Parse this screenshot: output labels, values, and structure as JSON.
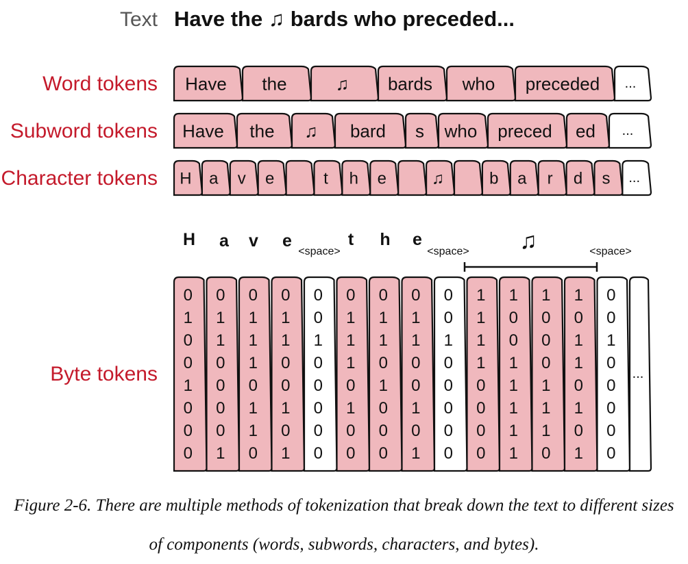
{
  "colors": {
    "accent": "#c41a2b",
    "token_fill": "#f0b8bd",
    "stroke": "#111111",
    "empty_fill": "#ffffff"
  },
  "text_row": {
    "label": "Text",
    "value": "Have the ♫ bards who preceded..."
  },
  "word_row": {
    "label": "Word tokens",
    "tokens": [
      "Have",
      "the",
      "♫",
      "bards",
      "who",
      "preceded"
    ],
    "more": "..."
  },
  "subword_row": {
    "label": "Subword tokens",
    "tokens": [
      "Have",
      "the",
      "♫",
      "bard",
      "s",
      "who",
      "preced",
      "ed"
    ],
    "more": "..."
  },
  "char_row": {
    "label": "Character tokens",
    "tokens": [
      "H",
      "a",
      "v",
      "e",
      "",
      "t",
      "h",
      "e",
      "",
      "♫",
      "",
      "b",
      "a",
      "r",
      "d",
      "s"
    ],
    "more": "..."
  },
  "byte_row": {
    "label": "Byte tokens",
    "headers": [
      "H",
      "a",
      "v",
      "e",
      "<space>",
      "t",
      "h",
      "e",
      "<space>",
      "♫",
      "<space>"
    ],
    "columns": [
      {
        "bits": [
          "0",
          "1",
          "0",
          "0",
          "1",
          "0",
          "0",
          "0"
        ],
        "highlight": true
      },
      {
        "bits": [
          "0",
          "1",
          "1",
          "0",
          "0",
          "0",
          "0",
          "1"
        ],
        "highlight": true
      },
      {
        "bits": [
          "0",
          "1",
          "1",
          "1",
          "0",
          "1",
          "1",
          "0"
        ],
        "highlight": true
      },
      {
        "bits": [
          "0",
          "1",
          "1",
          "0",
          "0",
          "1",
          "0",
          "1"
        ],
        "highlight": true
      },
      {
        "bits": [
          "0",
          "0",
          "1",
          "0",
          "0",
          "0",
          "0",
          "0"
        ],
        "highlight": false
      },
      {
        "bits": [
          "0",
          "1",
          "1",
          "1",
          "0",
          "1",
          "0",
          "0"
        ],
        "highlight": true
      },
      {
        "bits": [
          "0",
          "1",
          "1",
          "0",
          "1",
          "0",
          "0",
          "0"
        ],
        "highlight": true
      },
      {
        "bits": [
          "0",
          "1",
          "1",
          "0",
          "0",
          "1",
          "0",
          "1"
        ],
        "highlight": true
      },
      {
        "bits": [
          "0",
          "0",
          "1",
          "0",
          "0",
          "0",
          "0",
          "0"
        ],
        "highlight": false
      },
      {
        "bits": [
          "1",
          "1",
          "1",
          "1",
          "0",
          "0",
          "0",
          "0"
        ],
        "highlight": true
      },
      {
        "bits": [
          "1",
          "0",
          "0",
          "1",
          "1",
          "1",
          "1",
          "1"
        ],
        "highlight": true
      },
      {
        "bits": [
          "1",
          "0",
          "0",
          "0",
          "1",
          "1",
          "1",
          "0"
        ],
        "highlight": true
      },
      {
        "bits": [
          "1",
          "0",
          "1",
          "1",
          "0",
          "1",
          "0",
          "1"
        ],
        "highlight": true
      },
      {
        "bits": [
          "0",
          "0",
          "1",
          "0",
          "0",
          "0",
          "0",
          "0"
        ],
        "highlight": false
      }
    ],
    "more": "..."
  },
  "caption": {
    "line1": "Figure 2-6. There are multiple methods of tokenization that break down the text to different sizes",
    "line2": "of components (words, subwords, characters, and bytes)."
  }
}
